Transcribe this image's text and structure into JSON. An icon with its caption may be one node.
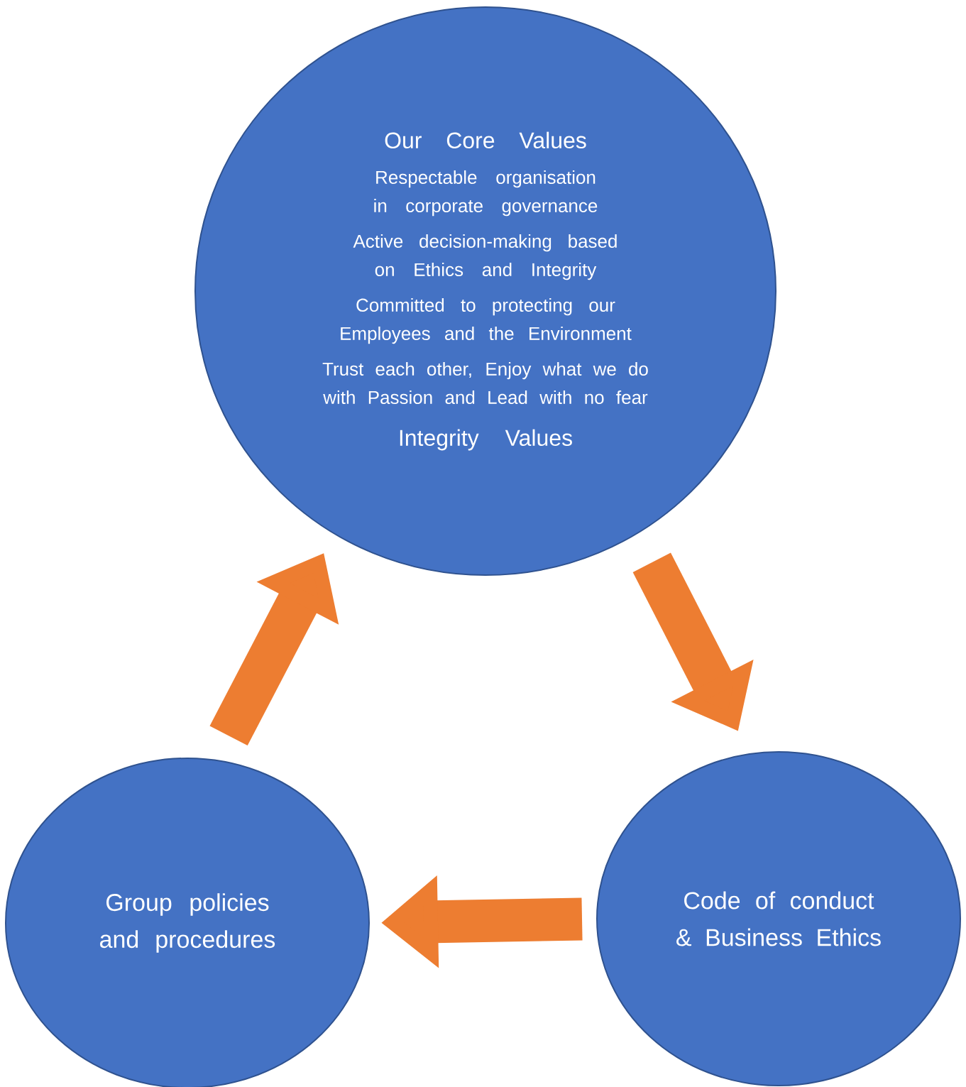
{
  "diagram": {
    "nodes": [
      {
        "text": [
          "Our Core Values",
          "Respectable organisation in corporate governance",
          "Active decision-making based on Ethics and Integrity",
          "Committed to protecting our Employees and the Environment",
          "Trust each other, Enjoy what we do with Passion and Lead with no fear",
          "Integrity Values"
        ]
      },
      {
        "text": [
          "Code of conduct & Business Ethics"
        ]
      },
      {
        "text": [
          "Group policies and procedures"
        ]
      }
    ],
    "edges": [
      {
        "from": 2,
        "to": 0,
        "arrow": "to"
      },
      {
        "from": 0,
        "to": 1,
        "arrow": "to"
      },
      {
        "from": 1,
        "to": 2,
        "arrow": "to"
      }
    ]
  }
}
